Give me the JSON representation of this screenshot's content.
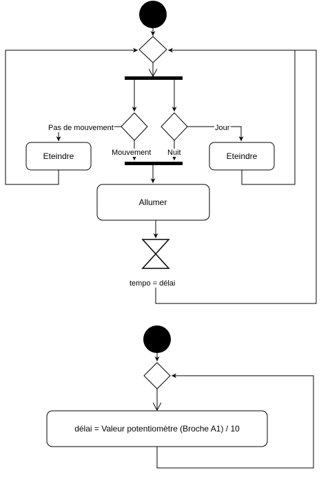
{
  "diagram_1": {
    "nodes": {
      "eteindre_left": "Eteindre",
      "eteindre_right": "Eteindre",
      "allumer": "Allumer"
    },
    "edge_labels": {
      "pas_de_mouvement": "Pas de mouvement",
      "mouvement": "Mouvement",
      "nuit": "Nuit",
      "jour": "Jour",
      "tempo": "tempo = délai"
    }
  },
  "diagram_2": {
    "nodes": {
      "action": "délai = Valeur potentiomètre (Broche A1) / 10"
    }
  }
}
